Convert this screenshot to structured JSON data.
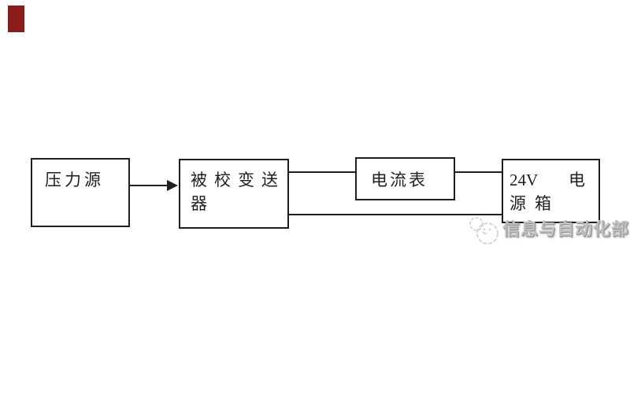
{
  "diagram": {
    "boxes": {
      "pressure_source": {
        "label": "压力源"
      },
      "transmitter": {
        "line1": "被校变送",
        "line2": "器"
      },
      "ammeter": {
        "label": "电流表"
      },
      "power_supply": {
        "line1_left": "24V",
        "line1_right": "电",
        "line2": "源箱"
      }
    },
    "colors": {
      "line": "#1f1f1f",
      "corner_marker": "#8a1c1c",
      "watermark": "#c0c0c0"
    }
  },
  "watermark": {
    "text": "信息与自动化部"
  }
}
